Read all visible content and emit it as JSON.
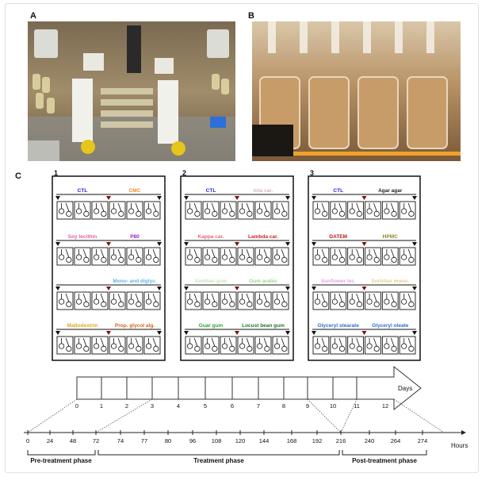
{
  "panel_labels": {
    "a": "A",
    "b": "B",
    "c": "C"
  },
  "experiments": [
    {
      "number": "1",
      "pairs": [
        {
          "left": "CTL",
          "left_color": "#2222dd",
          "right": "CMC",
          "right_color": "#f08a24"
        },
        {
          "left": "Soy lecithin",
          "left_color": "#e85aa8",
          "right": "P80",
          "right_color": "#9b1fd6"
        },
        {
          "left": "",
          "left_color": "#222222",
          "right": "Mono- and diglyc.",
          "right_color": "#5fb6e6"
        },
        {
          "left": "Maltodextrin",
          "left_color": "#e3a51a",
          "right": "Prop. glycol alg.",
          "right_color": "#d9601b"
        }
      ]
    },
    {
      "number": "2",
      "pairs": [
        {
          "left": "CTL",
          "left_color": "#2222dd",
          "right": "Iota car.",
          "right_color": "#d7b4c8"
        },
        {
          "left": "Kappa car.",
          "left_color": "#e8637a",
          "right": "Lambda car.",
          "right_color": "#d22020"
        },
        {
          "left": "Xanthan gum",
          "left_color": "#c6e6b4",
          "right": "Gum arabic",
          "right_color": "#9fd68a"
        },
        {
          "left": "Guar gum",
          "left_color": "#2fa83a",
          "right": "Locust bean gum",
          "right_color": "#1e7a2c"
        }
      ]
    },
    {
      "number": "3",
      "pairs": [
        {
          "left": "CTL",
          "left_color": "#2222dd",
          "right": "Agar agar",
          "right_color": "#222222"
        },
        {
          "left": "DATEM",
          "left_color": "#b71a1a",
          "right": "HPMC",
          "right_color": "#8c8a1e"
        },
        {
          "left": "Sunflower lec.",
          "left_color": "#e6a3e6",
          "right": "Sorbitan mono.",
          "right_color": "#e6cf8a"
        },
        {
          "left": "Glyceryl stearate",
          "left_color": "#2a6ed8",
          "right": "Glyceryl oleate",
          "right_color": "#2a6ed8"
        }
      ]
    }
  ],
  "days_label": "Days",
  "day_ticks": [
    "0",
    "1",
    "2",
    "3",
    "4",
    "5",
    "6",
    "7",
    "8",
    "9",
    "10",
    "11",
    "12"
  ],
  "hour_ticks": [
    "0",
    "24",
    "48",
    "72",
    "74",
    "77",
    "80",
    "96",
    "108",
    "120",
    "144",
    "168",
    "192",
    "216",
    "240",
    "264",
    "274"
  ],
  "hours_label": "Hours",
  "phases": [
    "Pre-treatment phase",
    "Treatment phase",
    "Post-treatment phase"
  ]
}
